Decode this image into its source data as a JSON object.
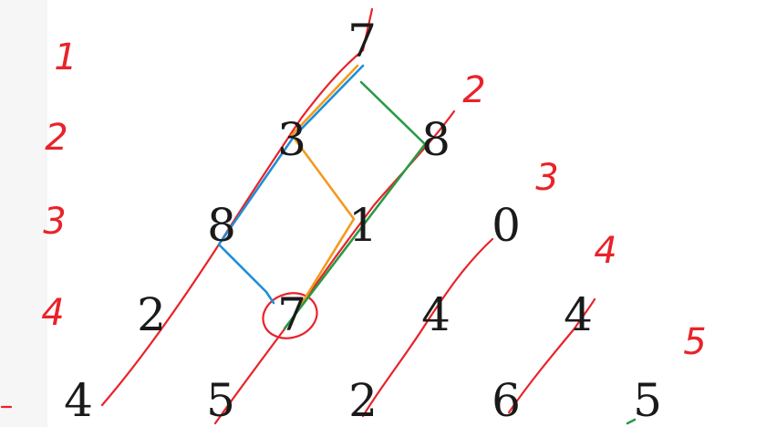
{
  "triangle": {
    "rows": [
      [
        "7"
      ],
      [
        "3",
        "8"
      ],
      [
        "8",
        "1",
        "0"
      ],
      [
        "2",
        "7",
        "4",
        "4"
      ],
      [
        "4",
        "5",
        "2",
        "6",
        "5"
      ]
    ]
  },
  "row_numbers": [
    "1",
    "2",
    "3",
    "4"
  ],
  "diagonal_numbers": [
    "2",
    "3",
    "4",
    "5"
  ],
  "colors": {
    "ink_red": "#e8232a",
    "path_blue": "#1f8fd6",
    "path_orange": "#f39a1e",
    "path_green": "#2a9a47",
    "digits": "#1a1a1a"
  }
}
